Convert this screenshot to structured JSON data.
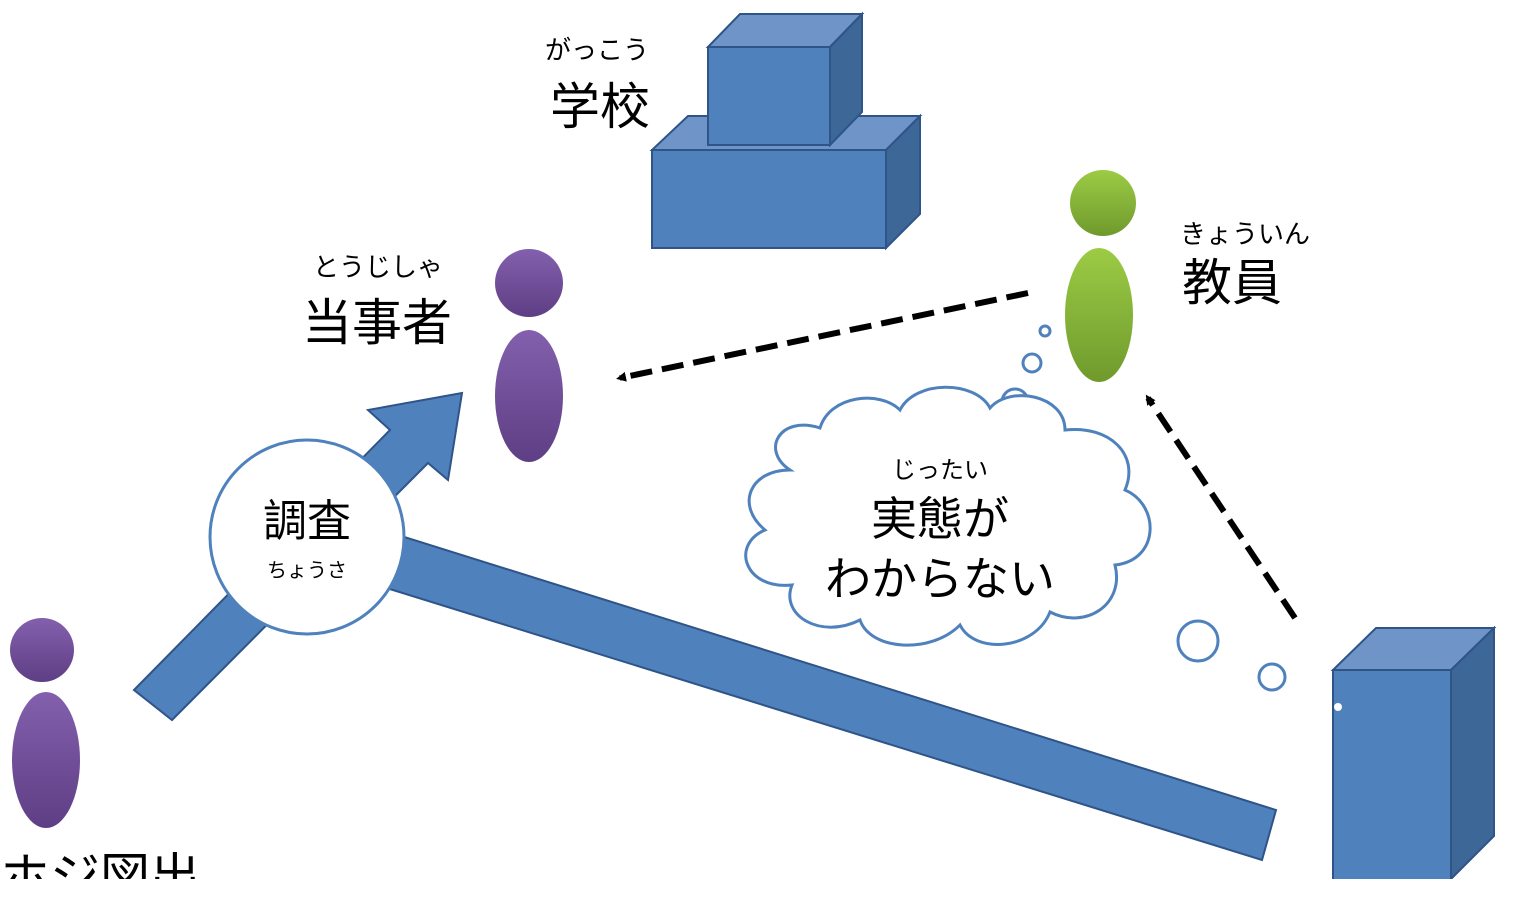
{
  "school": {
    "reading": "がっこう",
    "label": "学校"
  },
  "party": {
    "reading": "とうじしゃ",
    "label": "当事者"
  },
  "teacher": {
    "reading": "きょういん",
    "label": "教員"
  },
  "survey": {
    "label": "調査",
    "reading": "ちょうさ"
  },
  "thought": {
    "reading": "じったい",
    "line1": "実態が",
    "line2": "わからない"
  },
  "bottom_person": {
    "label": "ホジ図出"
  },
  "colors": {
    "box_front": "#4f81bd",
    "box_top": "#6f95c8",
    "box_side": "#3d6796",
    "box_stroke": "#2f5488",
    "person_purple": "#7d5aa8",
    "person_purple_dark": "#5f3f86",
    "person_green": "#8dbe3d",
    "person_green_dark": "#6c982a",
    "arrow_blue": "#4f81bd"
  },
  "icons": [
    "school-building-icon",
    "person-icon",
    "dashed-arrow-icon",
    "thought-cloud-icon",
    "cabinet-icon"
  ]
}
